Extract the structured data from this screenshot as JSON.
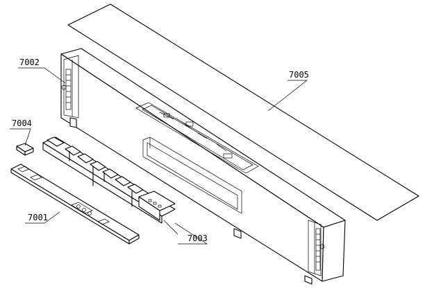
{
  "diagram": {
    "labels": {
      "p7001": "7001",
      "p7002": "7002",
      "p7003": "7003",
      "p7004": "7004",
      "p7005": "7005"
    }
  }
}
